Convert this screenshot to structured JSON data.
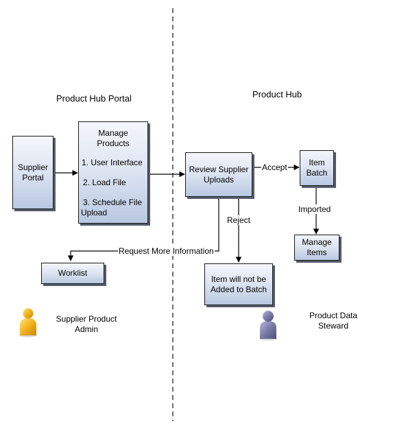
{
  "lanes": {
    "left_title": "Product Hub Portal",
    "right_title": "Product Hub"
  },
  "nodes": {
    "supplier_portal": "Supplier\nPortal",
    "manage_products": {
      "title": "Manage\nProducts",
      "item1": "1. User Interface",
      "item2": "2. Load File",
      "item3": "3. Schedule File\nUpload"
    },
    "review_uploads": "Review Supplier\nUploads",
    "item_batch": "Item\nBatch",
    "manage_items": "Manage\nItems",
    "worklist": "Worklist",
    "not_added": "Item will not be\nAdded to Batch"
  },
  "edges": {
    "accept": "Accept",
    "imported": "Imported",
    "reject": "Reject",
    "request_info": "Request More Information"
  },
  "actors": {
    "supplier_admin": "Supplier Product\nAdmin",
    "data_steward": "Product Data\nSteward"
  },
  "colors": {
    "box_fill_top": "#f4f6fb",
    "box_fill_bottom": "#b9c8e2",
    "admin_person": "#f2b21c",
    "steward_person": "#6f6f9e"
  }
}
